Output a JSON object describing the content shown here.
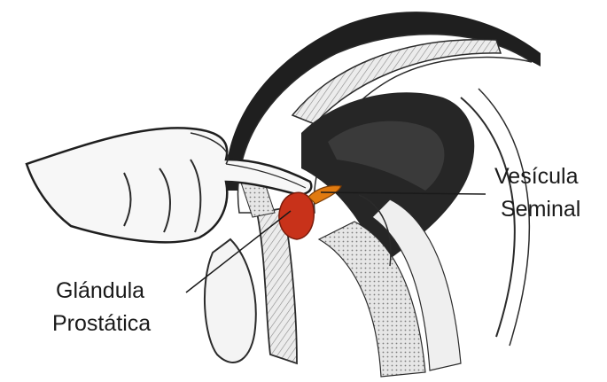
{
  "labels": {
    "seminal_vesicle": {
      "line1": "Vesícula",
      "line2": "Seminal"
    },
    "prostate": {
      "line1": "Glándula",
      "line2": "Prostática"
    }
  },
  "colors": {
    "prostate": "#c8321a",
    "seminal_vesicle": "#e07a10",
    "ink": "#1a1a1a",
    "shadow": "#2b2b2b",
    "tissue": "#f2f2f2",
    "background": "#ffffff"
  }
}
